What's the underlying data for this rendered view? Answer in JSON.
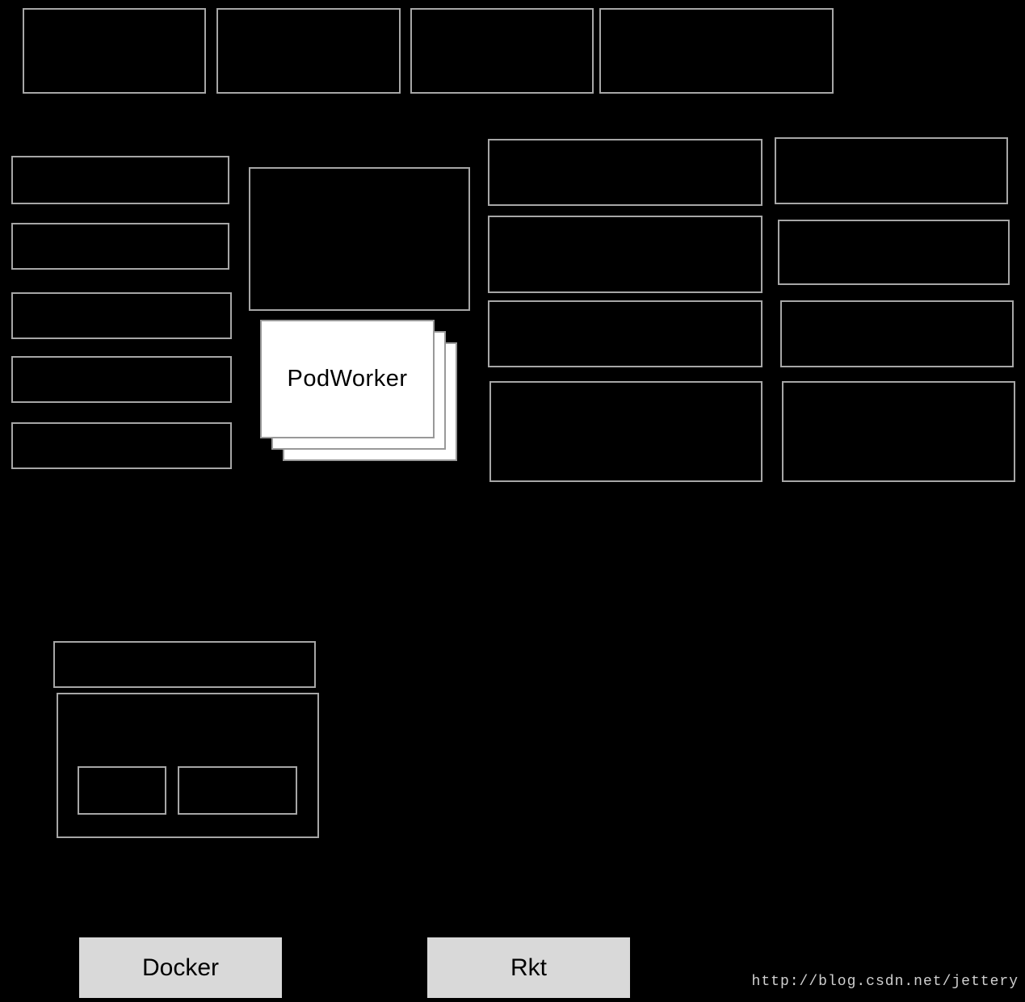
{
  "diagram": {
    "pod_worker": {
      "label": "PodWorker",
      "stack_count": 3
    },
    "runtimes": {
      "docker_label": "Docker",
      "rkt_label": "Rkt"
    },
    "watermark": "http://blog.csdn.net/jettery",
    "colors": {
      "background": "#000000",
      "box_border": "#a6a6a6",
      "card_fill": "#ffffff",
      "card_border": "#999999",
      "runtime_fill": "#d9d9d9",
      "runtime_border": "#000000",
      "text": "#000000",
      "watermark": "#cfcfcf"
    }
  }
}
